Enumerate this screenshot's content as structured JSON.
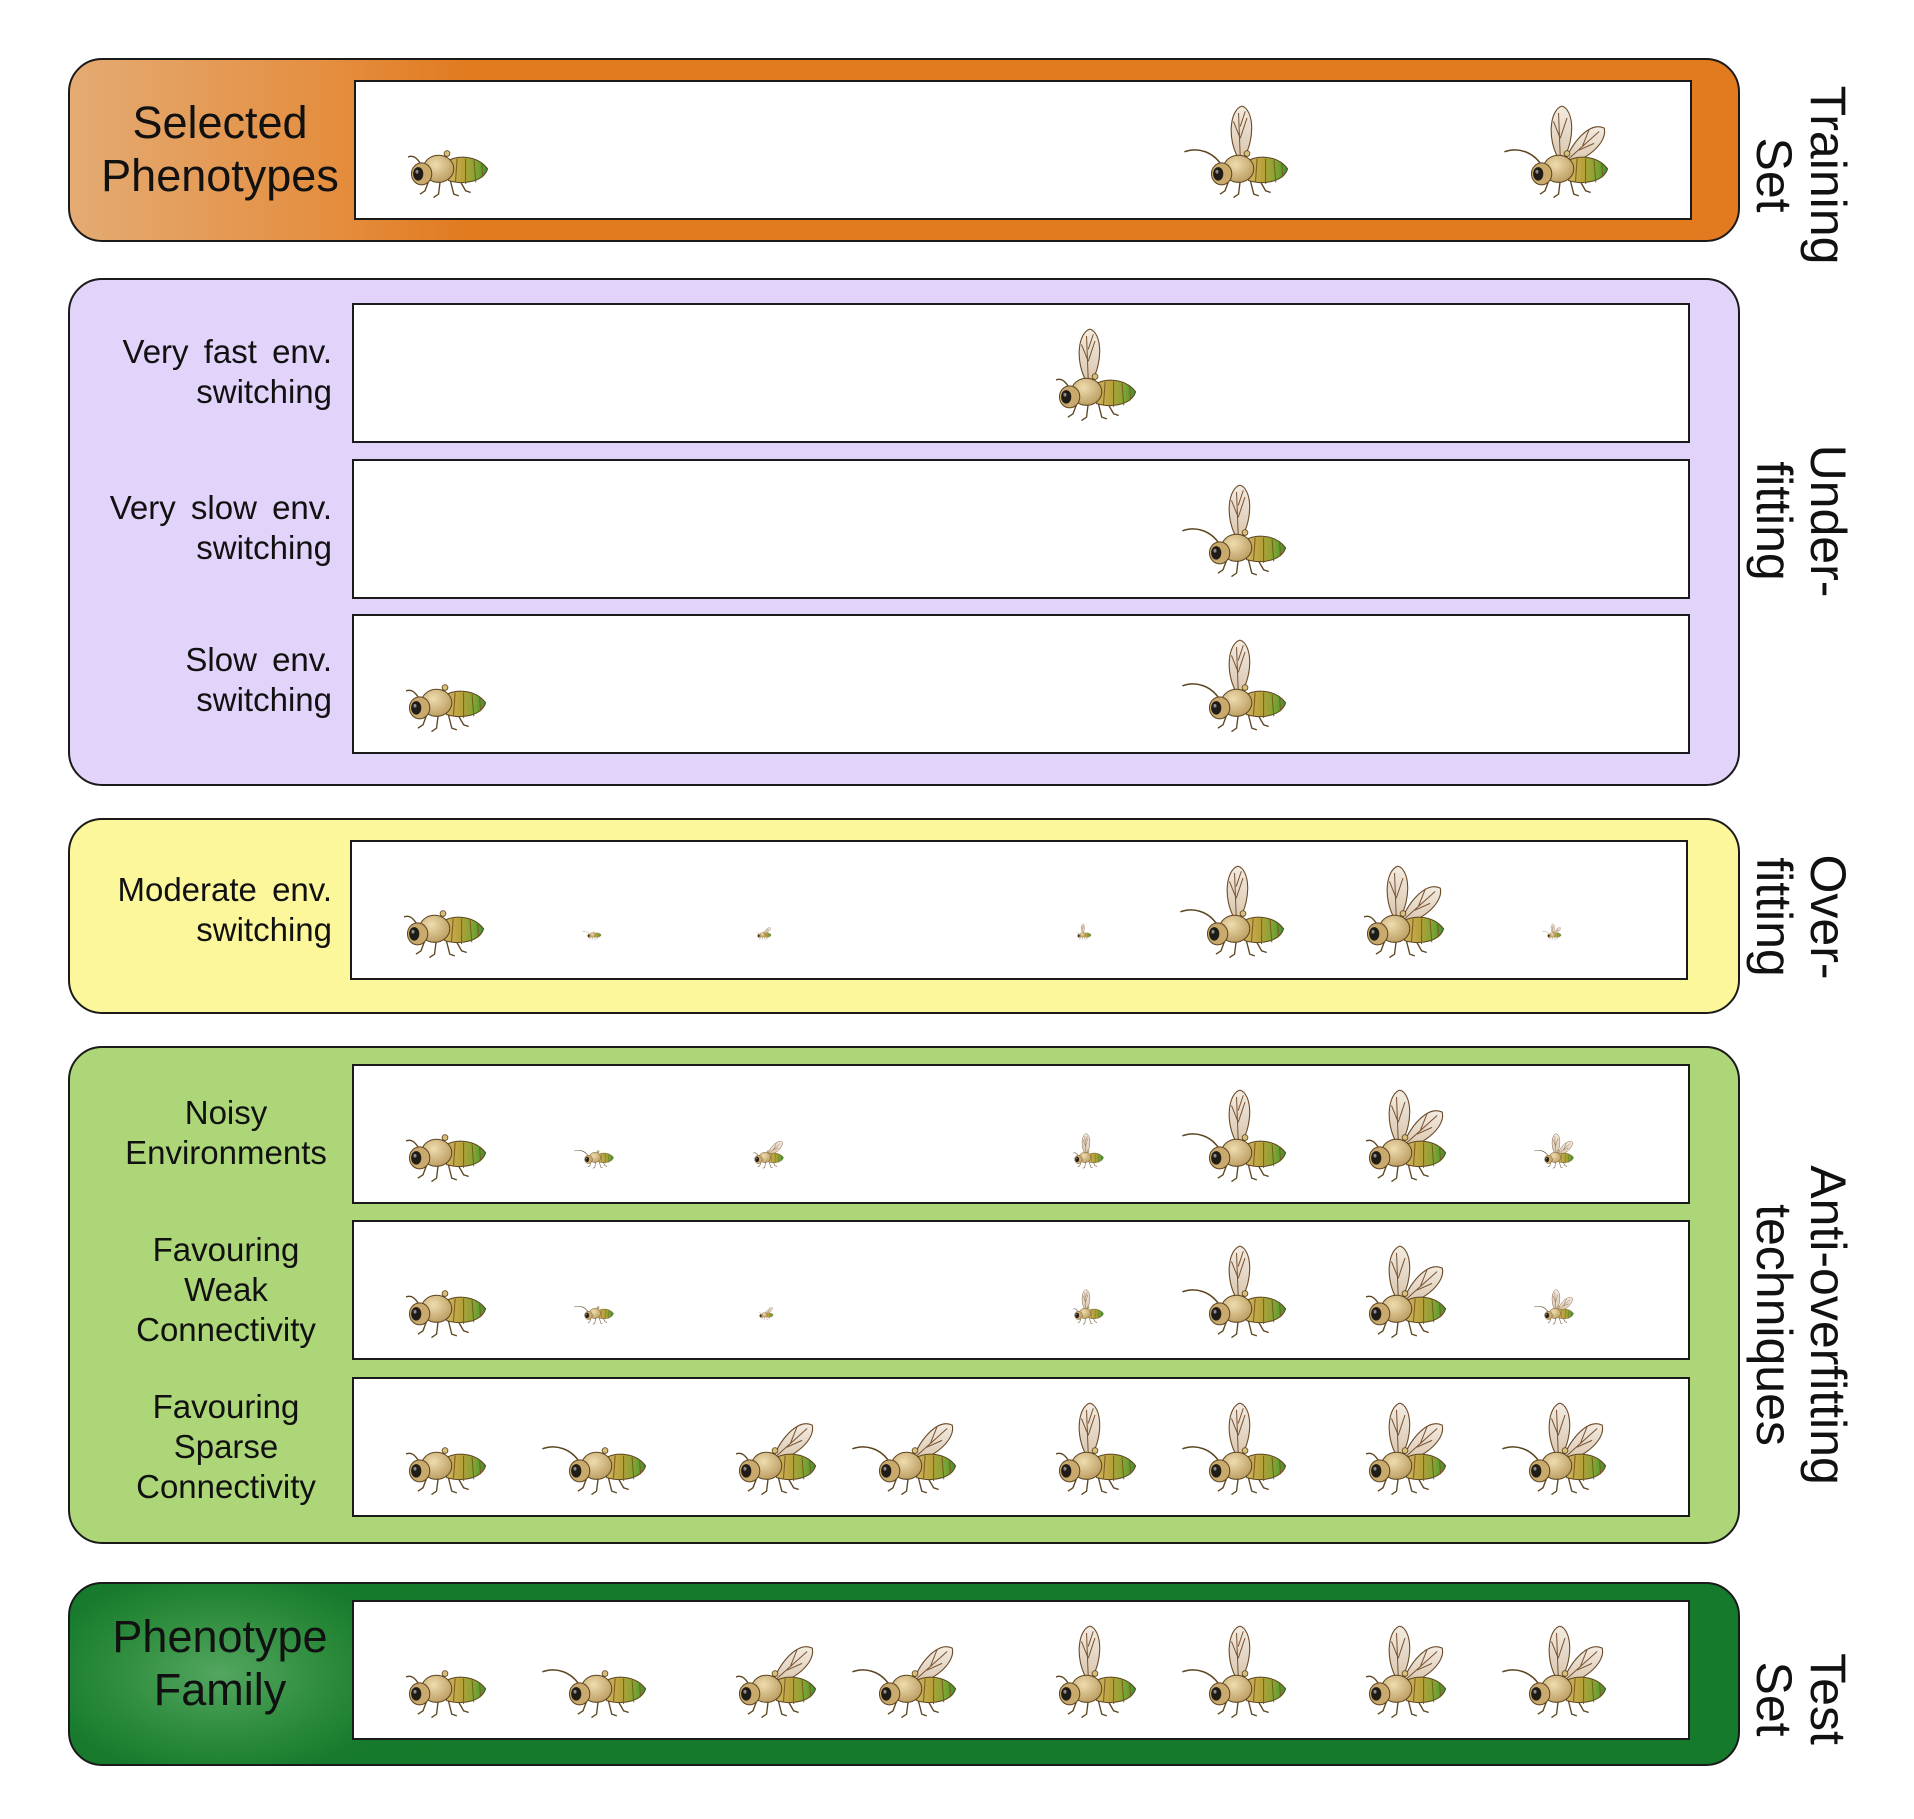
{
  "panels": {
    "training": {
      "heading": "Selected\nPhenotypes",
      "side_label": "Training\nSet",
      "color": "#e27a1f"
    },
    "underfitting": {
      "side_label": "Under-\nfitting",
      "color": "#e2d3fb",
      "rows": [
        {
          "label": "Very  fast  env.\nswitching"
        },
        {
          "label": "Very  slow  env.\nswitching"
        },
        {
          "label": "Slow  env.\nswitching"
        }
      ]
    },
    "overfitting": {
      "side_label": "Over-\nfitting",
      "color": "#fdf79c",
      "rows": [
        {
          "label": "Moderate  env.\nswitching"
        }
      ]
    },
    "anti_overfitting": {
      "side_label": "Anti-overfitting\ntechniques",
      "color": "#acd677",
      "rows": [
        {
          "label": "Noisy\nEnvironments"
        },
        {
          "label": "Favouring\nWeak\nConnectivity"
        },
        {
          "label": "Favouring\nSparse\nConnectivity"
        }
      ]
    },
    "test": {
      "heading": "Phenotype\nFamily",
      "side_label": "Test\nSet",
      "color": "#157a2b"
    }
  }
}
